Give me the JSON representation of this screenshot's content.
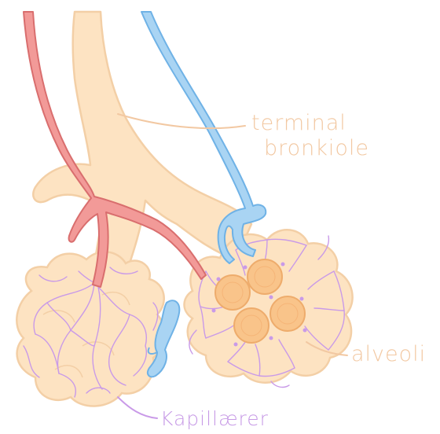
{
  "labels": {
    "terminal_line1": "terminal",
    "terminal_line2": "bronkiole",
    "alveoli": "alveoli",
    "kapillaerer": "Kapillærer"
  },
  "colors": {
    "tissue": "#fde3c2",
    "tissue_outline": "#f3cfa6",
    "alveolus": "#f9c48a",
    "alveolus_outline": "#eeac6c",
    "artery": "#f29a98",
    "artery_outline": "#d96e6e",
    "vein": "#a9d4f3",
    "vein_outline": "#6fb2e6",
    "capillary": "#c99ae8",
    "label_text": "#f2c8a2",
    "capillary_label": "#c79ae6"
  }
}
